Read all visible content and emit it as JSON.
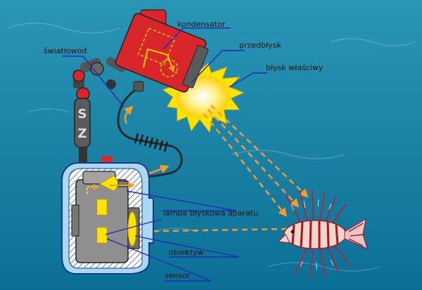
{
  "labels": {
    "kondensator": "kondensator",
    "przedblysk": "przedbłysk",
    "blysk_wlasciwy": "błysk właściwy",
    "swiatlowod": "światłowód",
    "lampa": "lampa błyskowa aparatu",
    "obiektyw": "obiektyw",
    "sensor": "sensor"
  },
  "colors": {
    "water_top": "#2a96b6",
    "water_bottom": "#0b6f95",
    "strobe_red": "#d8262b",
    "housing_blue": "#a9d9f6",
    "camera_gray": "#8f8f8f",
    "arrow_orange": "#f39c2b",
    "flash_yellow": "#ffe400",
    "leader_blue": "#1f2db8"
  }
}
